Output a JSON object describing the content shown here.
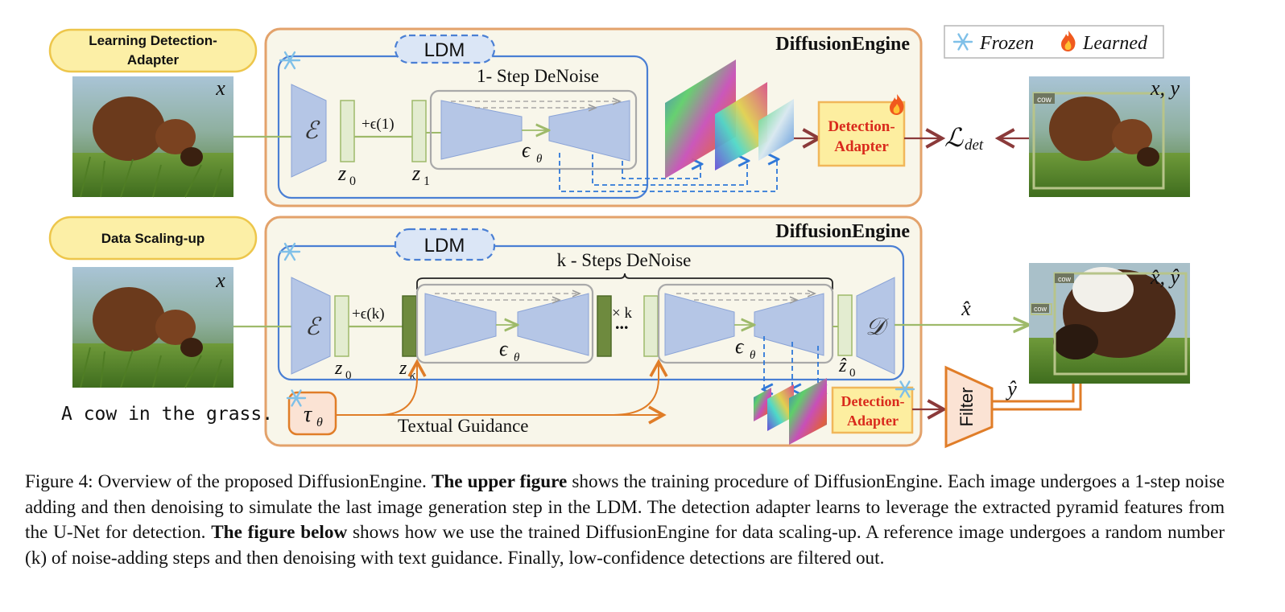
{
  "legend": {
    "frozen_icon": "snowflake-icon",
    "frozen_label": "Frozen",
    "learned_icon": "fire-icon",
    "learned_label": "Learned"
  },
  "top": {
    "tag": "Learning Detection-Adapter",
    "tag_line1": "Learning Detection-",
    "tag_line2": "Adapter",
    "engine_title": "DiffusionEngine",
    "ldm_label": "LDM",
    "denoise_label": "1- Step DeNoise",
    "input_symbol": "x",
    "encoder_symbol": "ℰ",
    "noise_label": "+ϵ(1)",
    "z0": "z",
    "z0_sub": "0",
    "z1": "z",
    "z1_sub": "1",
    "eps_theta": "ϵ",
    "eps_sub": "θ",
    "adapter_line1": "Detection-",
    "adapter_line2": "Adapter",
    "loss": "ℒ",
    "loss_sub": "det",
    "output_symbol": "x, y",
    "box_label": "cow"
  },
  "bottom": {
    "tag": "Data Scaling-up",
    "engine_title": "DiffusionEngine",
    "ldm_label": "LDM",
    "denoise_label": "k - Steps DeNoise",
    "input_symbol": "x",
    "encoder_symbol": "ℰ",
    "noise_label": "+ϵ(k)",
    "z0": "z",
    "z0_sub": "0",
    "zk": "z",
    "zk_sub": "k",
    "times_k": "× k",
    "dots": "...",
    "eps_theta": "ϵ",
    "eps_sub": "θ",
    "zhat0": "ẑ",
    "zhat0_sub": "0",
    "decoder_symbol": "𝒟",
    "xhat": "x̂",
    "yhat": "ŷ",
    "output_symbol": "x̂, ŷ",
    "text_prompt": "A cow in the grass.",
    "tau": "τ",
    "tau_sub": "θ",
    "textual_guidance": "Textual Guidance",
    "adapter_line1": "Detection-",
    "adapter_line2": "Adapter",
    "filter_label": "Filter",
    "box_label": "cow"
  },
  "caption": {
    "lead": "Figure 4: Overview of the proposed DiffusionEngine. ",
    "bold1": "The upper figure",
    "text1": " shows the training procedure of DiffusionEngine. Each image undergoes a 1-step noise adding and then denoising to simulate the last image generation step in the LDM. The detection adapter learns to leverage the extracted pyramid features from the U-Net for detection. ",
    "bold2": "The figure below",
    "text2": " shows how we use the trained DiffusionEngine for data scaling-up. A reference image undergoes a random number (k) of noise-adding steps and then denoising with text guidance. Finally, low-confidence detections are filtered out."
  },
  "colors": {
    "engine_bg": "#f8f6ea",
    "engine_border": "#e3a26b",
    "ldm_border": "#4a7fd4",
    "unet_fill": "#b5c6e6",
    "latent_fill": "#e3ecd0",
    "latent_dark": "#6e8a3e",
    "tag_fill": "#fcefa6",
    "tag_border": "#edc64b",
    "adapter_fill": "#fdeea0",
    "adapter_border": "#f1b75a",
    "adapter_text": "#d92a1c",
    "arrow_green": "#9eba6a",
    "arrow_dark": "#8b3a3a",
    "arrow_orange": "#e07d28",
    "dashed_blue": "#2f78d8"
  }
}
